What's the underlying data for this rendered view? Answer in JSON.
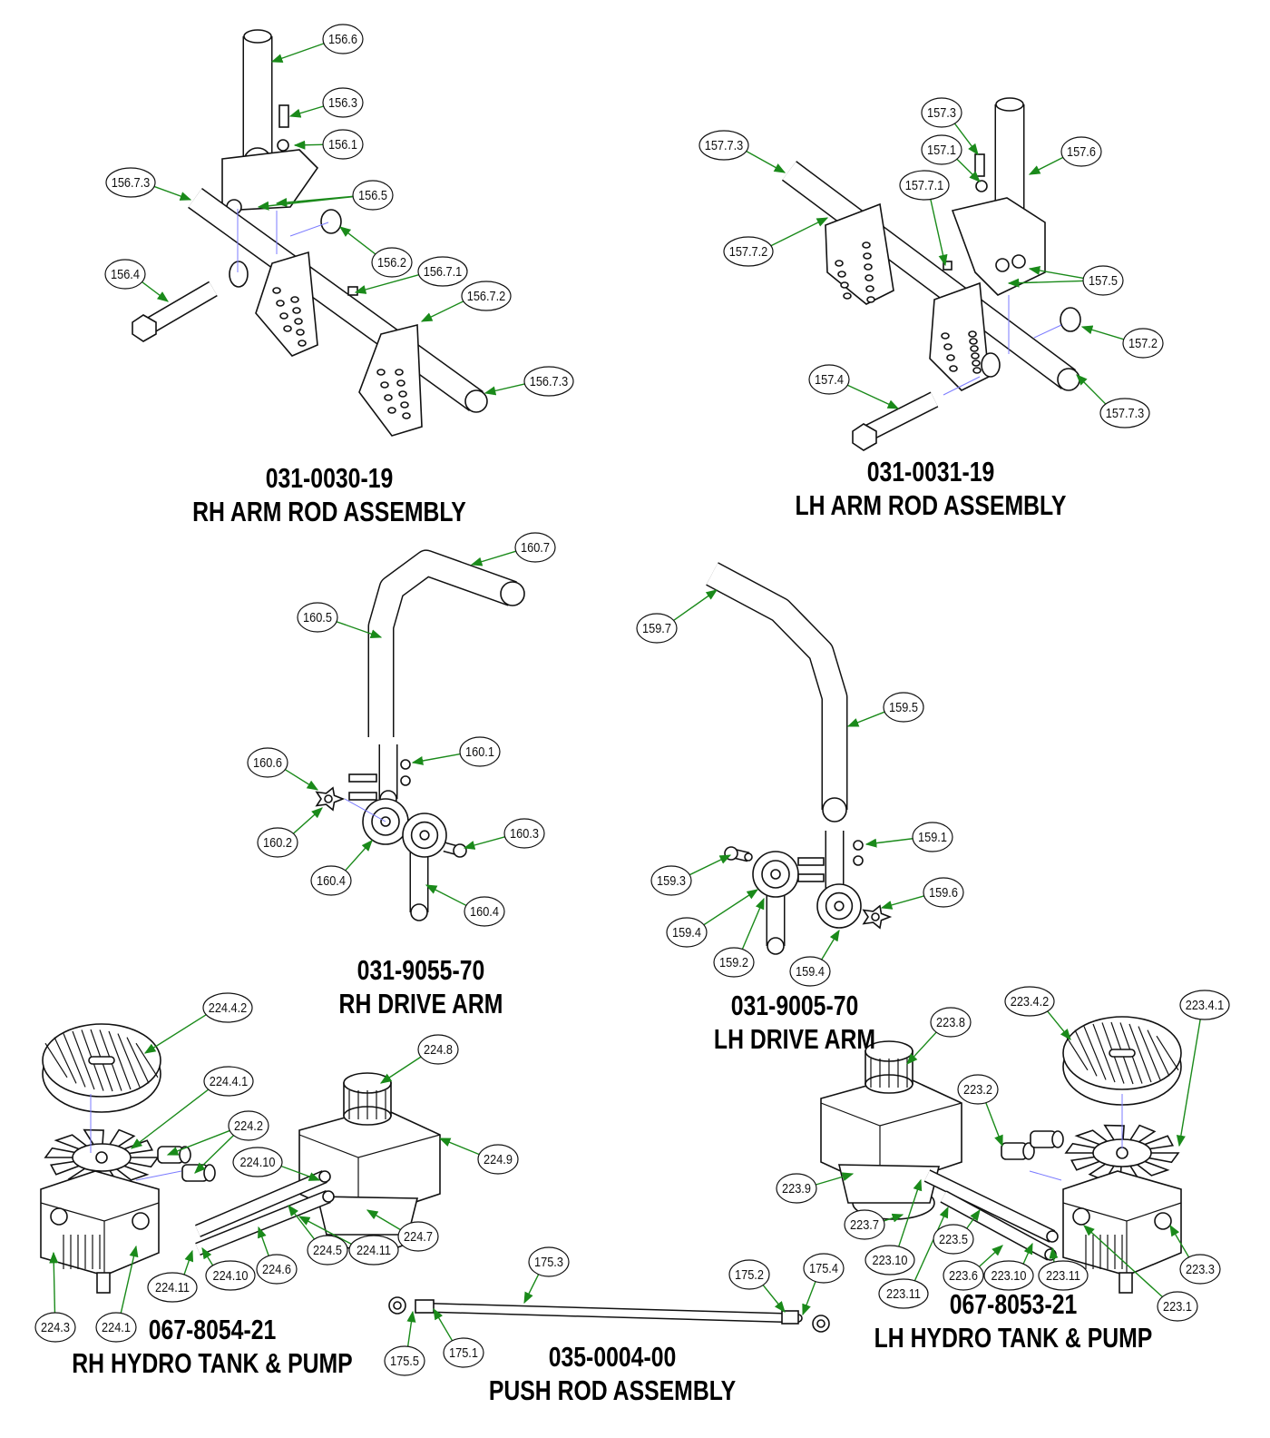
{
  "diagram": {
    "leader_color": "#1a8a1a",
    "assemblies": [
      {
        "id": "rh-arm-rod",
        "part_number": "031-0030-19",
        "name": "RH ARM ROD ASSEMBLY",
        "callouts": [
          "156.6",
          "156.3",
          "156.1",
          "156.7.3",
          "156.5",
          "156.2",
          "156.4",
          "156.7.1",
          "156.7.2",
          "156.7.3"
        ]
      },
      {
        "id": "lh-arm-rod",
        "part_number": "031-0031-19",
        "name": "LH ARM ROD ASSEMBLY",
        "callouts": [
          "157.3",
          "157.1",
          "157.7.3",
          "157.6",
          "157.7.1",
          "157.7.2",
          "157.5",
          "157.2",
          "157.4",
          "157.7.3"
        ]
      },
      {
        "id": "rh-drive-arm",
        "part_number": "031-9055-70",
        "name": "RH DRIVE ARM",
        "callouts": [
          "160.7",
          "160.5",
          "160.1",
          "160.6",
          "160.2",
          "160.3",
          "160.4",
          "160.4"
        ]
      },
      {
        "id": "lh-drive-arm",
        "part_number": "031-9005-70",
        "name": "LH DRIVE ARM",
        "callouts": [
          "159.7",
          "159.5",
          "159.1",
          "159.3",
          "159.6",
          "159.4",
          "159.2",
          "159.4"
        ]
      },
      {
        "id": "rh-hydro",
        "part_number": "067-8054-21",
        "name": "RH HYDRO TANK & PUMP",
        "callouts": [
          "224.4.2",
          "224.4.1",
          "224.2",
          "224.10",
          "224.9",
          "224.8",
          "224.7",
          "224.5",
          "224.11",
          "224.6",
          "224.10",
          "224.11",
          "224.3",
          "224.1"
        ]
      },
      {
        "id": "lh-hydro",
        "part_number": "067-8053-21",
        "name": "LH HYDRO TANK & PUMP",
        "callouts": [
          "223.4.2",
          "223.4.1",
          "223.8",
          "223.2",
          "223.9",
          "223.7",
          "223.10",
          "223.11",
          "223.5",
          "223.6",
          "223.10",
          "223.11",
          "223.3",
          "223.1"
        ]
      },
      {
        "id": "push-rod",
        "part_number": "035-0004-00",
        "name": "PUSH ROD ASSEMBLY",
        "callouts": [
          "175.3",
          "175.2",
          "175.4",
          "175.5",
          "175.1"
        ]
      }
    ]
  }
}
